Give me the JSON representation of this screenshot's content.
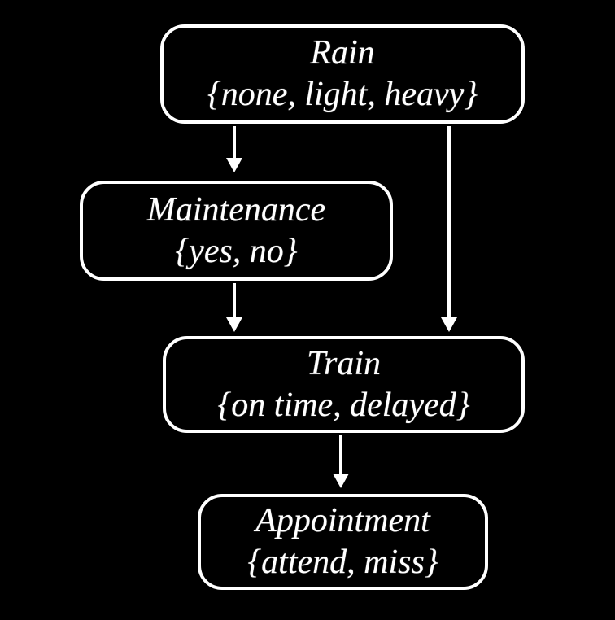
{
  "diagram": {
    "type": "bayesian-network",
    "colors": {
      "background": "#000000",
      "node_border": "#ffffff",
      "text": "#ffffff",
      "arrow": "#ffffff"
    },
    "nodes": {
      "rain": {
        "name": "Rain",
        "values": "{none, light, heavy}"
      },
      "maintenance": {
        "name": "Maintenance",
        "values": "{yes, no}"
      },
      "train": {
        "name": "Train",
        "values": "{on time, delayed}"
      },
      "appointment": {
        "name": "Appointment",
        "values": "{attend, miss}"
      }
    },
    "edges": [
      {
        "from": "Rain",
        "to": "Maintenance"
      },
      {
        "from": "Rain",
        "to": "Train"
      },
      {
        "from": "Maintenance",
        "to": "Train"
      },
      {
        "from": "Train",
        "to": "Appointment"
      }
    ]
  }
}
